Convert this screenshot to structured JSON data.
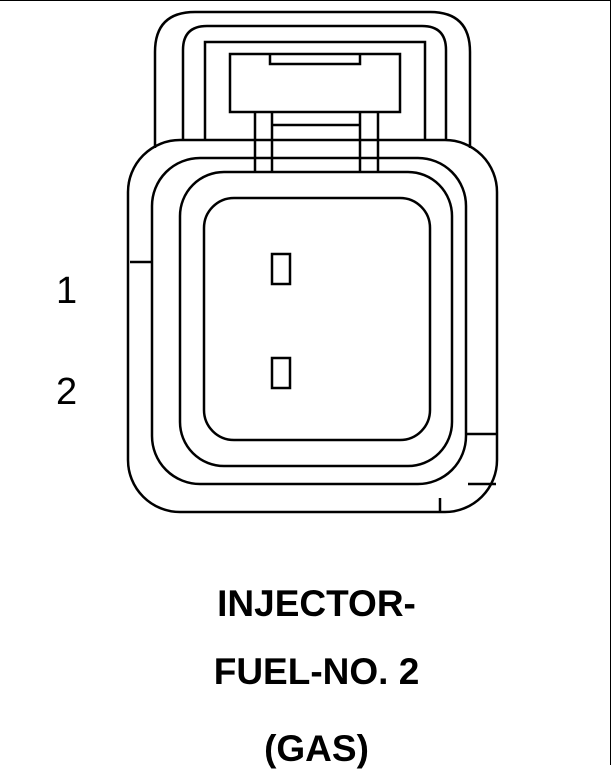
{
  "diagram": {
    "pin_labels": [
      "1",
      "2"
    ],
    "caption": {
      "line1": "INJECTOR-",
      "line2": "FUEL-NO. 2",
      "line3": "(GAS)"
    }
  }
}
